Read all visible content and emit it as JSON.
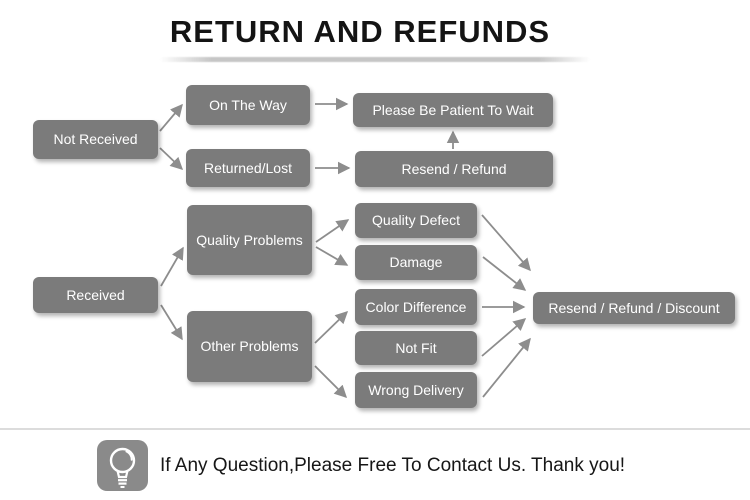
{
  "title": "RETURN AND REFUNDS",
  "colors": {
    "node_bg": "#7b7b7b",
    "node_text": "#ffffff",
    "arrow": "#8d8d8d",
    "title_text": "#141414",
    "title_divider": "#c6c6c6",
    "footer_divider": "#dcdcdc",
    "bulb_badge_bg": "#8a8a8a",
    "background": "#ffffff"
  },
  "nodes": {
    "not_received": {
      "label": "Not Received"
    },
    "on_the_way": {
      "label": "On The Way"
    },
    "returned_lost": {
      "label": "Returned/Lost"
    },
    "be_patient": {
      "label": "Please Be Patient To Wait"
    },
    "resend_refund": {
      "label": "Resend / Refund"
    },
    "received": {
      "label": "Received"
    },
    "quality_problems": {
      "label": "Quality Problems"
    },
    "other_problems": {
      "label": "Other Problems"
    },
    "quality_defect": {
      "label": "Quality Defect"
    },
    "damage": {
      "label": "Damage"
    },
    "color_difference": {
      "label": "Color Difference"
    },
    "not_fit": {
      "label": "Not Fit"
    },
    "wrong_delivery": {
      "label": "Wrong Delivery"
    },
    "resend_refund_discount": {
      "label": "Resend / Refund / Discount"
    }
  },
  "edges": [
    {
      "from": "Not Received",
      "to": "On The Way"
    },
    {
      "from": "Not Received",
      "to": "Returned/Lost"
    },
    {
      "from": "On The Way",
      "to": "Please Be Patient To Wait"
    },
    {
      "from": "Returned/Lost",
      "to": "Resend / Refund"
    },
    {
      "from": "Resend / Refund",
      "to": "Please Be Patient To Wait"
    },
    {
      "from": "Received",
      "to": "Quality Problems"
    },
    {
      "from": "Received",
      "to": "Other Problems"
    },
    {
      "from": "Quality Problems",
      "to": "Quality Defect"
    },
    {
      "from": "Quality Problems",
      "to": "Damage"
    },
    {
      "from": "Other Problems",
      "to": "Color Difference"
    },
    {
      "from": "Other Problems",
      "to": "Wrong Delivery"
    },
    {
      "from": "Quality Defect",
      "to": "Resend / Refund / Discount"
    },
    {
      "from": "Damage",
      "to": "Resend / Refund / Discount"
    },
    {
      "from": "Color Difference",
      "to": "Resend / Refund / Discount"
    },
    {
      "from": "Not Fit",
      "to": "Resend / Refund / Discount"
    },
    {
      "from": "Wrong Delivery",
      "to": "Resend / Refund / Discount"
    }
  ],
  "footer": {
    "icon": "lightbulb-icon",
    "message": "If Any Question,Please Free To Contact Us. Thank you!"
  }
}
